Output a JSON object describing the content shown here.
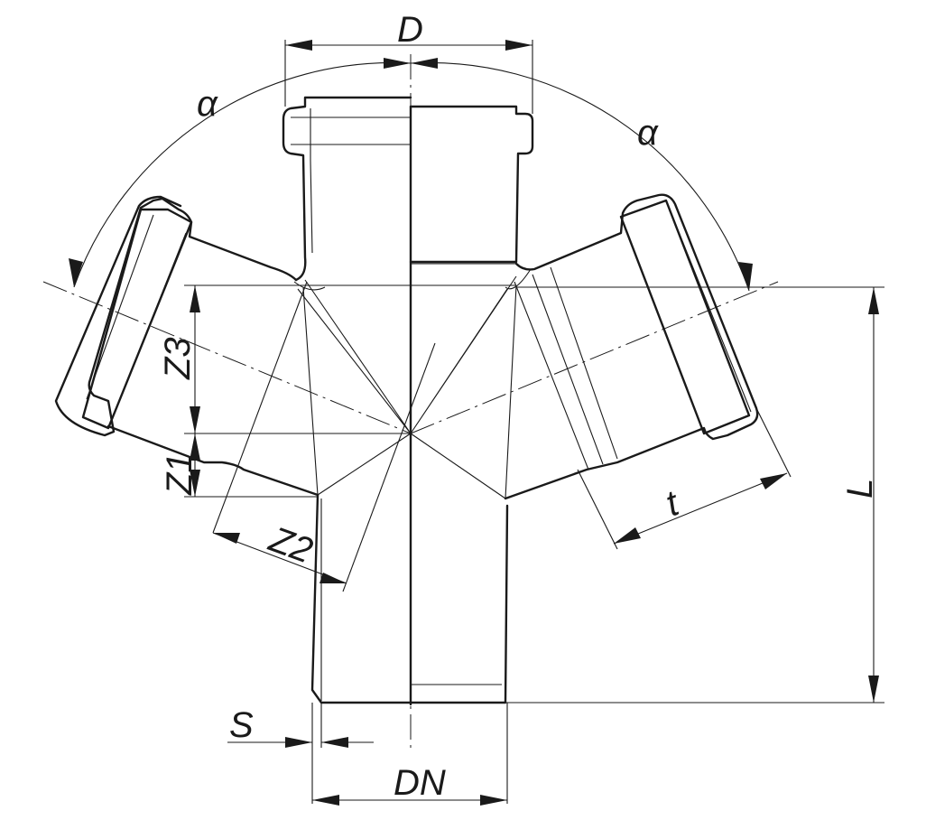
{
  "labels": {
    "D": "D",
    "alpha_left": "α",
    "alpha_right": "α",
    "Z3": "Z3",
    "Z1": "Z1",
    "Z2": "Z2",
    "t": "t",
    "L": "L",
    "S": "S",
    "DN": "DN"
  }
}
